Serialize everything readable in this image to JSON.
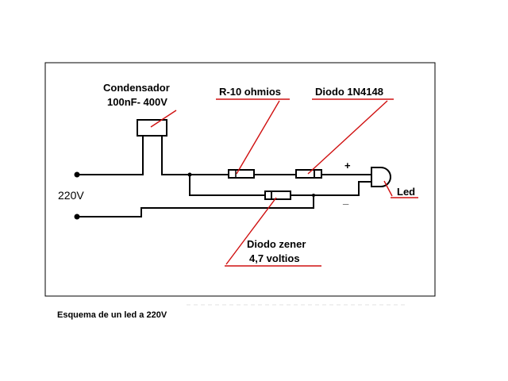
{
  "labels": {
    "capacitor_line1": "Condensador",
    "capacitor_line2": "100nF- 400V",
    "resistor": "R-10 ohmios",
    "diode": "Diodo 1N4148",
    "led": "Led",
    "voltage": "220V",
    "plus": "+",
    "minus": "_",
    "zener_line1": "Diodo zener",
    "zener_line2": "4,7 voltios"
  },
  "caption": "Esquema de un led a 220V",
  "colors": {
    "wire": "#000000",
    "annotation": "#d01010",
    "background": "#ffffff"
  }
}
